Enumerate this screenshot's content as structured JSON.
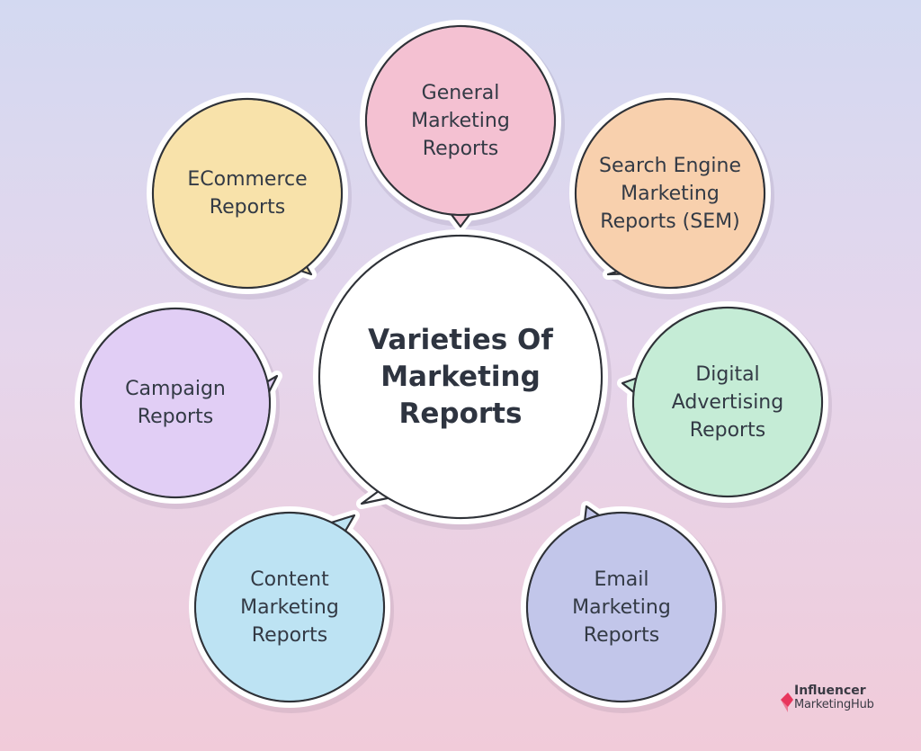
{
  "center": {
    "label": "Varieties Of\nMarketing\nReports",
    "color": "#ffffff"
  },
  "report_types": [
    {
      "id": "general",
      "label": "General\nMarketing\nReports",
      "color": "#f4c1d2"
    },
    {
      "id": "sem",
      "label": "Search Engine\nMarketing\nReports (SEM)",
      "color": "#f8d0ad"
    },
    {
      "id": "digital",
      "label": "Digital\nAdvertising\nReports",
      "color": "#c5ecd6"
    },
    {
      "id": "email",
      "label": "Email\nMarketing\nReports",
      "color": "#c2c6ea"
    },
    {
      "id": "content",
      "label": "Content\nMarketing\nReports",
      "color": "#bde3f3"
    },
    {
      "id": "campaign",
      "label": "Campaign\nReports",
      "color": "#e1cef5"
    },
    {
      "id": "ecommerce",
      "label": "ECommerce\nReports",
      "color": "#f8e2aa"
    }
  ],
  "logo": {
    "line1": "Influencer",
    "line2": "MarketingHub",
    "brand_color": "#e8365d"
  },
  "colors": {
    "outline": "#2f3238",
    "halo": "#ffffff"
  }
}
